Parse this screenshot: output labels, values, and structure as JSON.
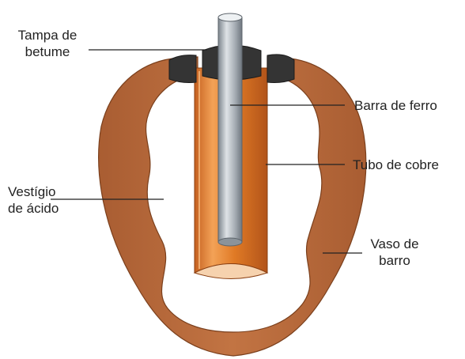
{
  "labels": {
    "tampa": {
      "line1": "Tampa de",
      "line2": "betume"
    },
    "barra": "Barra de ferro",
    "tubo": "Tubo de cobre",
    "vestigio": {
      "line1": "Vestígio",
      "line2": "de ácido"
    },
    "vaso": {
      "line1": "Vaso de",
      "line2": "barro"
    }
  },
  "colors": {
    "clay": "#b86a3c",
    "clay_outline": "#7a3f1c",
    "copper": "#e07a25",
    "copper_dark": "#b2541a",
    "iron": "#9aa2aa",
    "bitumen": "#333333",
    "leader_line": "#222222"
  }
}
